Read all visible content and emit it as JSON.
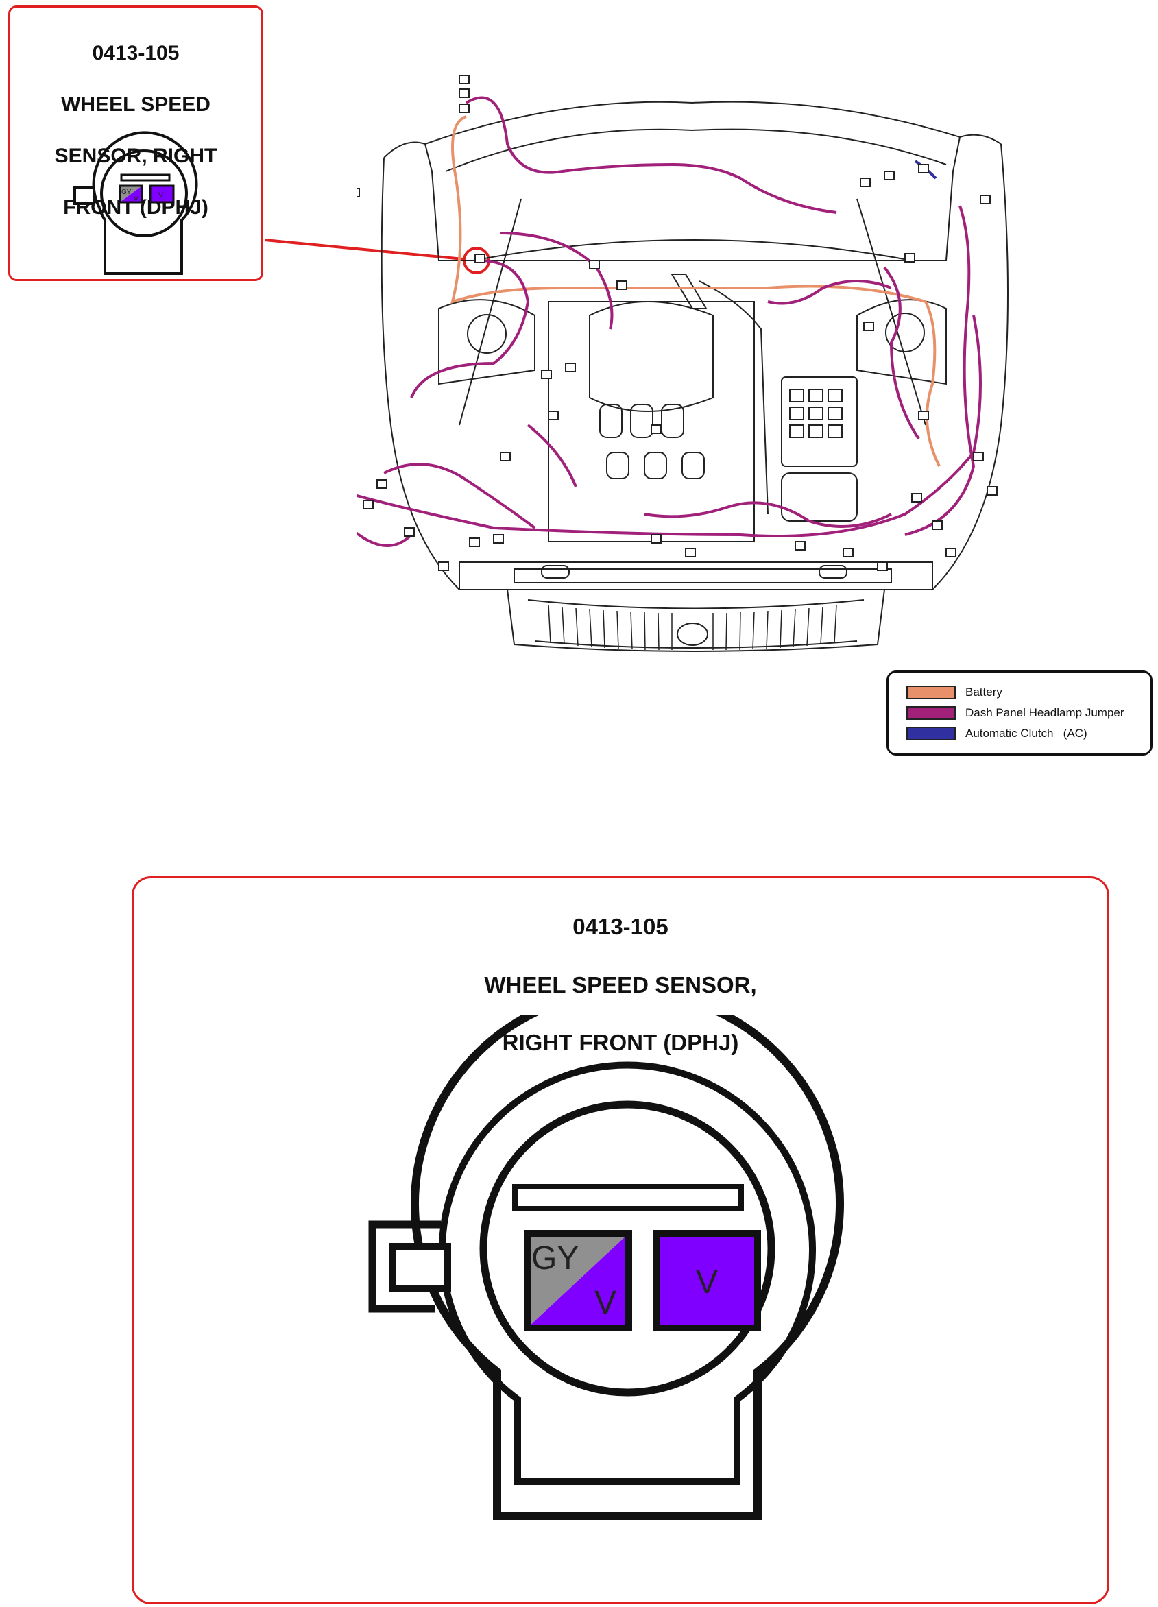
{
  "small_callout": {
    "line1": "0413-105",
    "line2": "WHEEL SPEED",
    "line3": "SENSOR, RIGHT",
    "line4": "FRONT (DPHJ)",
    "pin_a": {
      "color_top": "GY",
      "color_bottom": "V"
    },
    "pin_b": {
      "color": "V"
    }
  },
  "large_callout": {
    "line1": "0413-105",
    "line2": "WHEEL SPEED SENSOR,",
    "line3": "RIGHT FRONT (DPHJ)",
    "pin_a": {
      "color_top": "GY",
      "color_bottom": "V"
    },
    "pin_b": {
      "color": "V"
    }
  },
  "legend": {
    "items": [
      {
        "label": "Battery",
        "color": "#E8906A"
      },
      {
        "label": "Dash Panel Headlamp Jumper",
        "color": "#A0207A"
      },
      {
        "label": "Automatic Clutch   (AC)",
        "color": "#3030A0"
      }
    ]
  },
  "colors": {
    "highlight": "#E02020",
    "violet": "#7F00FF",
    "gray": "#909090"
  }
}
